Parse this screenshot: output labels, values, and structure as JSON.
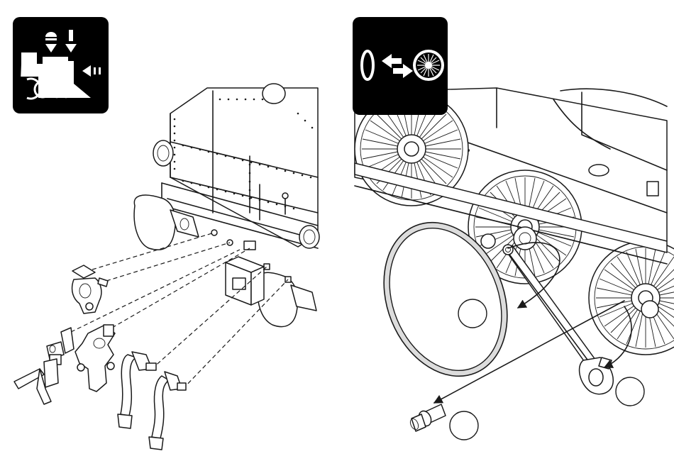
{
  "panels": [
    {
      "id": "left",
      "icon": "locomotive-coupler-install-icon",
      "content": "front-coupler-and-hose-attachment"
    },
    {
      "id": "right",
      "icon": "traction-tire-replace-icon",
      "content": "traction-tire-and-side-rod-removal"
    }
  ],
  "callouts": [
    "",
    "",
    "",
    ""
  ],
  "colors": {
    "ink": "#1a1a1a",
    "paper": "#ffffff",
    "icon_bg": "#000000"
  }
}
